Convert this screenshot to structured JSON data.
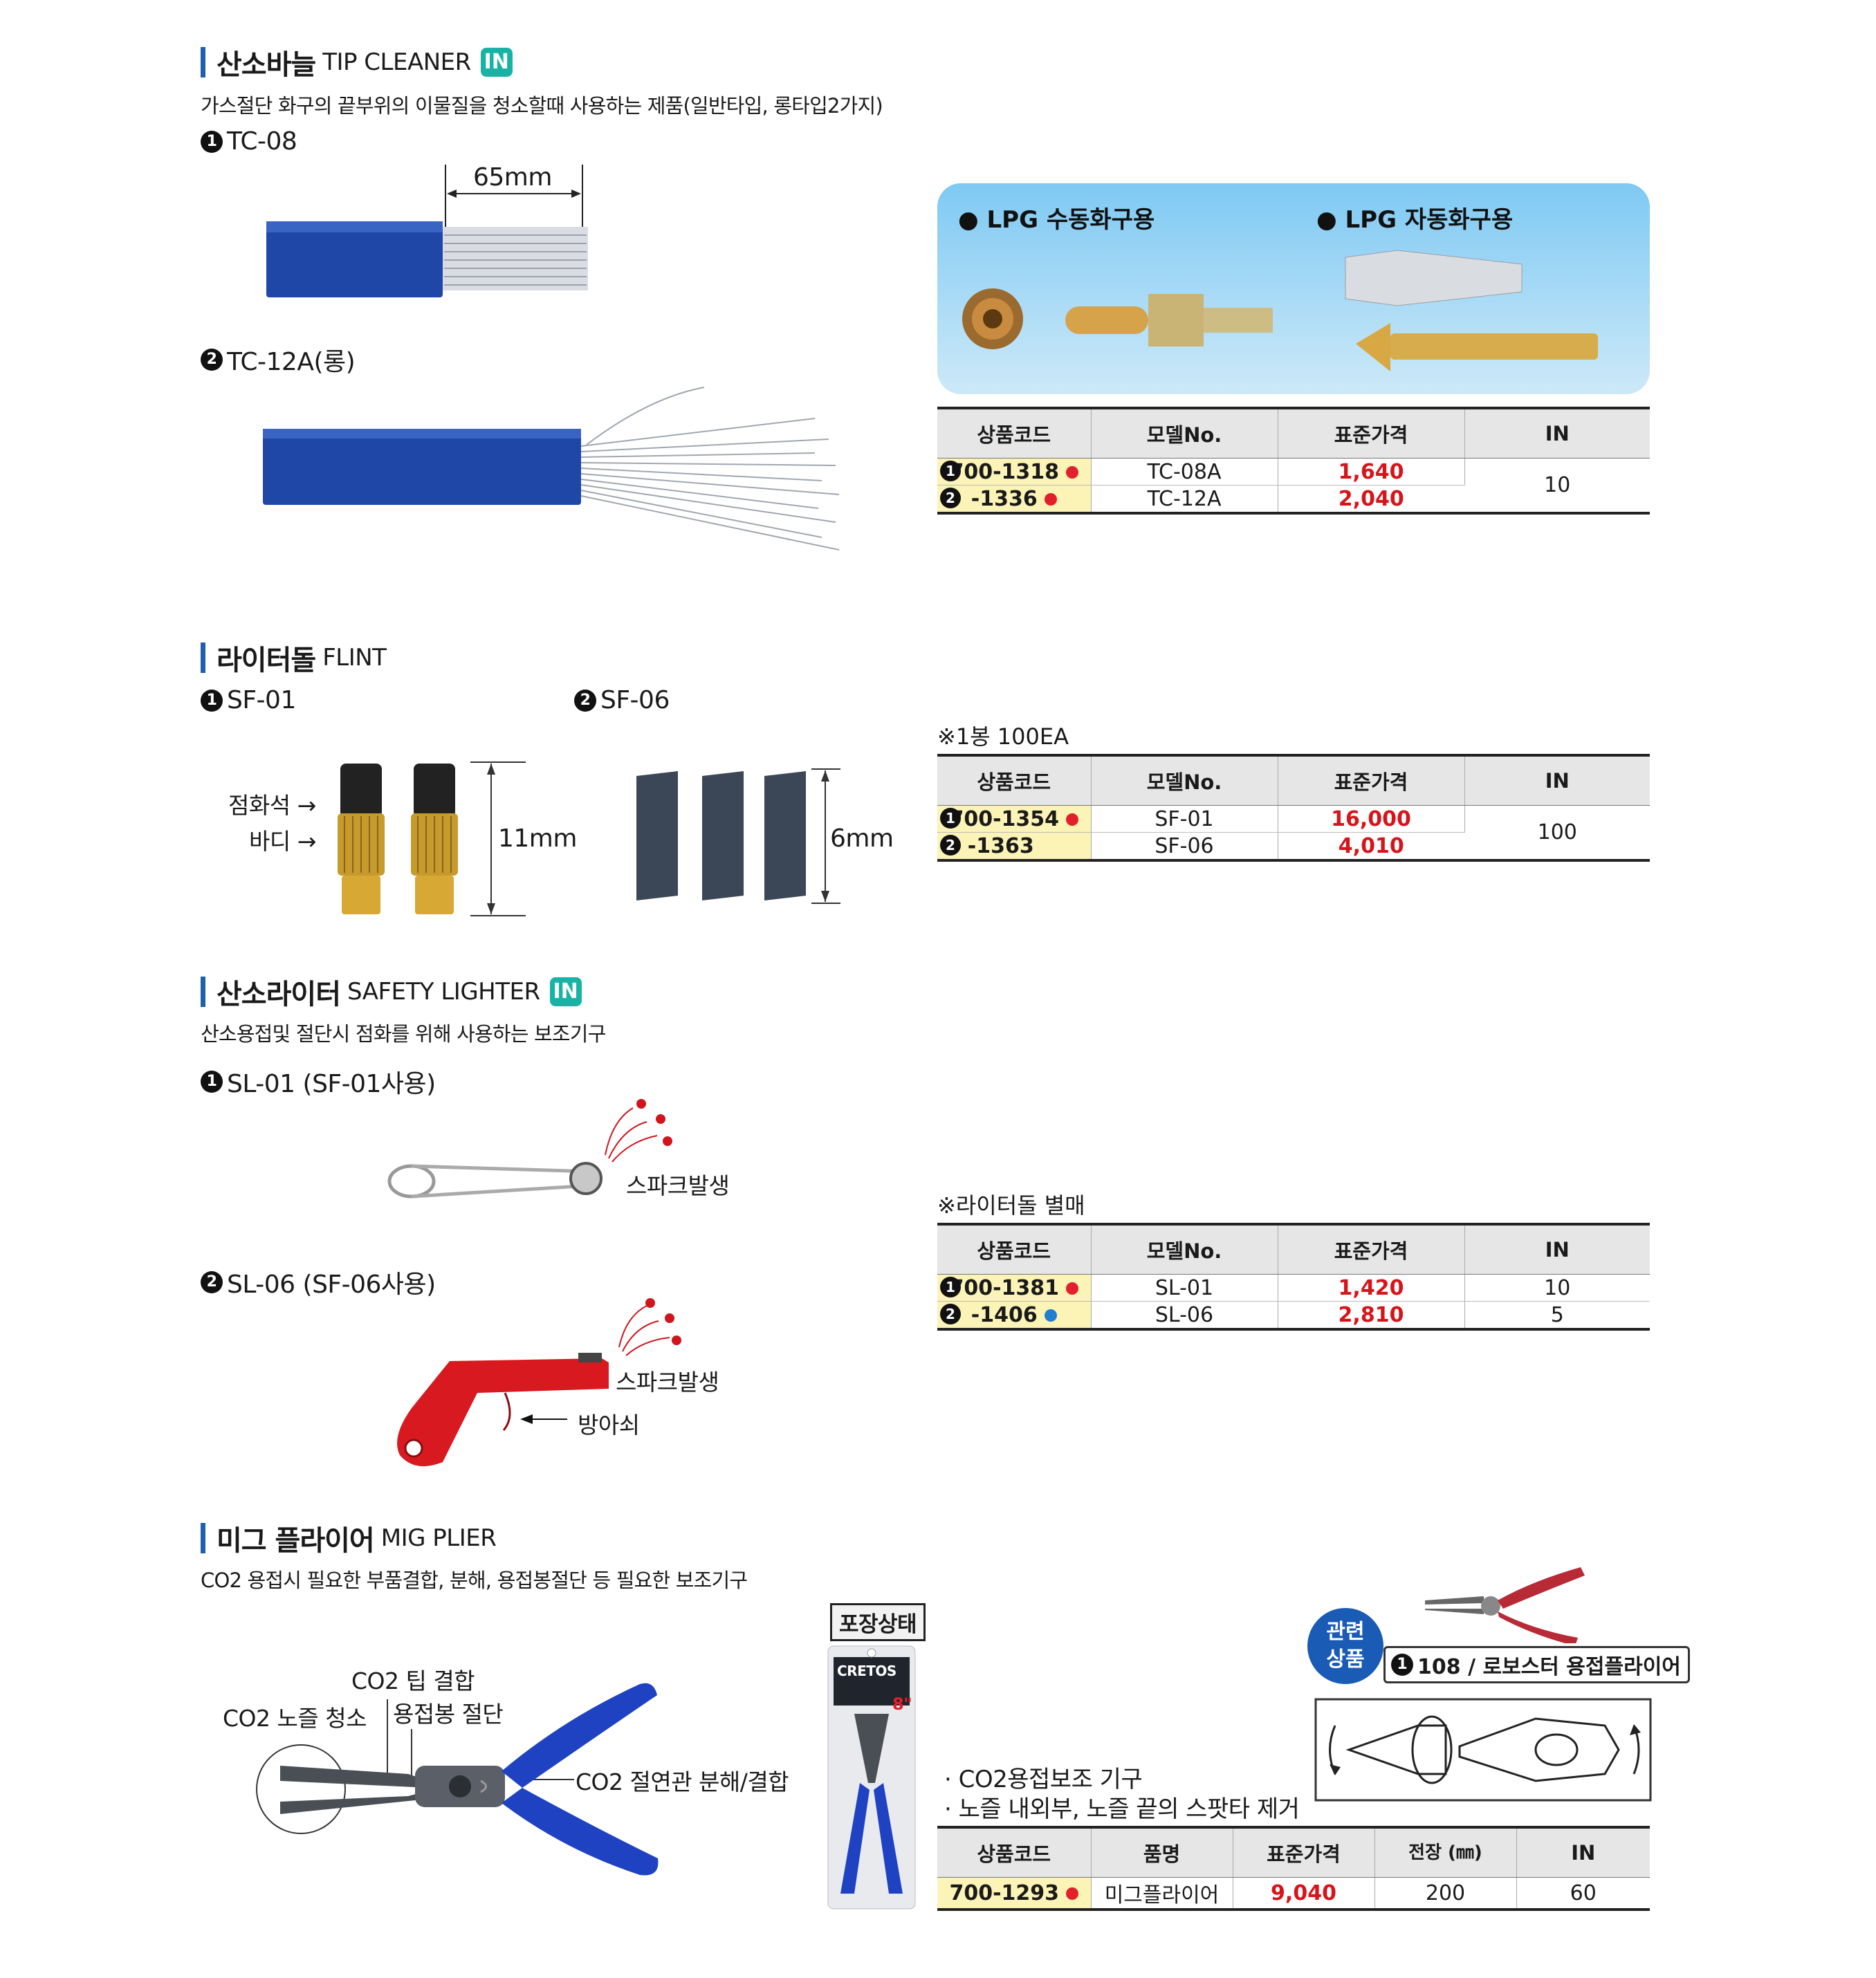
{
  "colors": {
    "accent": "#1f5fb0",
    "price": "#d7141a",
    "highlight": "#fcf3b6",
    "badge": "#19b3a6"
  },
  "tip_cleaner": {
    "title_kr": "산소바늘",
    "title_en": "TIP CLEANER",
    "badge": "IN",
    "desc": "가스절단 화구의 끝부위의 이물질을 청소할때 사용하는 제품(일반타입, 롱타입2가지)",
    "items": [
      {
        "num": "1",
        "label": "TC-08"
      },
      {
        "num": "2",
        "label": "TC-12A(롱)"
      }
    ],
    "dim": "65mm",
    "lpg_manual": "● LPG 수동화구용",
    "lpg_auto": "● LPG 자동화구용",
    "table": {
      "headers": [
        "상품코드",
        "모델No.",
        "표준가격",
        "IN"
      ],
      "rows": [
        {
          "num": "1",
          "code": "700-1318",
          "model": "TC-08A",
          "price": "1,640"
        },
        {
          "num": "2",
          "code": "-1336",
          "model": "TC-12A",
          "price": "2,040"
        }
      ],
      "in": "10"
    }
  },
  "flint": {
    "title_kr": "라이터돌",
    "title_en": "FLINT",
    "items": [
      {
        "num": "1",
        "label": "SF-01"
      },
      {
        "num": "2",
        "label": "SF-06"
      }
    ],
    "label_flint": "점화석",
    "label_body": "바디",
    "dim1": "11mm",
    "dim2": "6mm",
    "note": "※1봉 100EA",
    "table": {
      "headers": [
        "상품코드",
        "모델No.",
        "표준가격",
        "IN"
      ],
      "rows": [
        {
          "num": "1",
          "code": "700-1354",
          "model": "SF-01",
          "price": "16,000"
        },
        {
          "num": "2",
          "code": "-1363",
          "model": "SF-06",
          "price": "4,010"
        }
      ],
      "in": "100"
    }
  },
  "lighter": {
    "title_kr": "산소라이터",
    "title_en": "SAFETY LIGHTER",
    "badge": "IN",
    "desc": "산소용접및 절단시 점화를 위해 사용하는 보조기구",
    "items": [
      {
        "num": "1",
        "label": "SL-01 (SF-01사용)"
      },
      {
        "num": "2",
        "label": "SL-06 (SF-06사용)"
      }
    ],
    "spark": "스파크발생",
    "trigger": "방아쇠",
    "note": "※라이터돌 별매",
    "table": {
      "headers": [
        "상품코드",
        "모델No.",
        "표준가격",
        "IN"
      ],
      "rows": [
        {
          "num": "1",
          "code": "700-1381",
          "model": "SL-01",
          "price": "1,420",
          "in": "10"
        },
        {
          "num": "2",
          "code": "-1406",
          "model": "SL-06",
          "price": "2,810",
          "in": "5"
        }
      ]
    }
  },
  "mig": {
    "title_kr": "미그 플라이어",
    "title_en": "MIG PLIER",
    "desc": "CO2 용접시 필요한 부품결합, 분해, 용접봉절단 등 필요한 보조기구",
    "callouts": {
      "tip": "CO2 팁 결합",
      "nozzle": "CO2 노즐 청소",
      "rod": "용접봉 절단",
      "pipe": "CO2 절연관 분해/결합"
    },
    "package_label": "포장상태",
    "package_brand": "CRETOS",
    "package_size": "8\"",
    "related_badge": "관련 상품",
    "related_item": "108 / 로보스터 용접플라이어",
    "related_num": "1",
    "bullets": [
      "· CO2용접보조 기구",
      "· 노즐 내외부, 노즐 끝의 스팟타 제거"
    ],
    "table": {
      "headers": [
        "상품코드",
        "품명",
        "표준가격",
        "전장 (㎜)",
        "IN"
      ],
      "rows": [
        {
          "code": "700-1293",
          "name": "미그플라이어",
          "price": "9,040",
          "length": "200",
          "in": "60"
        }
      ]
    }
  }
}
